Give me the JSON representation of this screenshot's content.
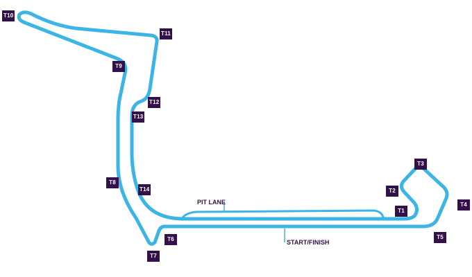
{
  "map": {
    "track_color": "#3cb4e6",
    "label_bg": "#33104a",
    "label_text_color": "#ffffff",
    "annotation_color": "#33104a",
    "turns": [
      "T1",
      "T2",
      "T3",
      "T4",
      "T5",
      "T6",
      "T7",
      "T8",
      "T9",
      "T10",
      "T11",
      "T12",
      "T13",
      "T14"
    ],
    "pit_lane_label": "PIT LANE",
    "start_finish_label": "START/FINISH"
  }
}
